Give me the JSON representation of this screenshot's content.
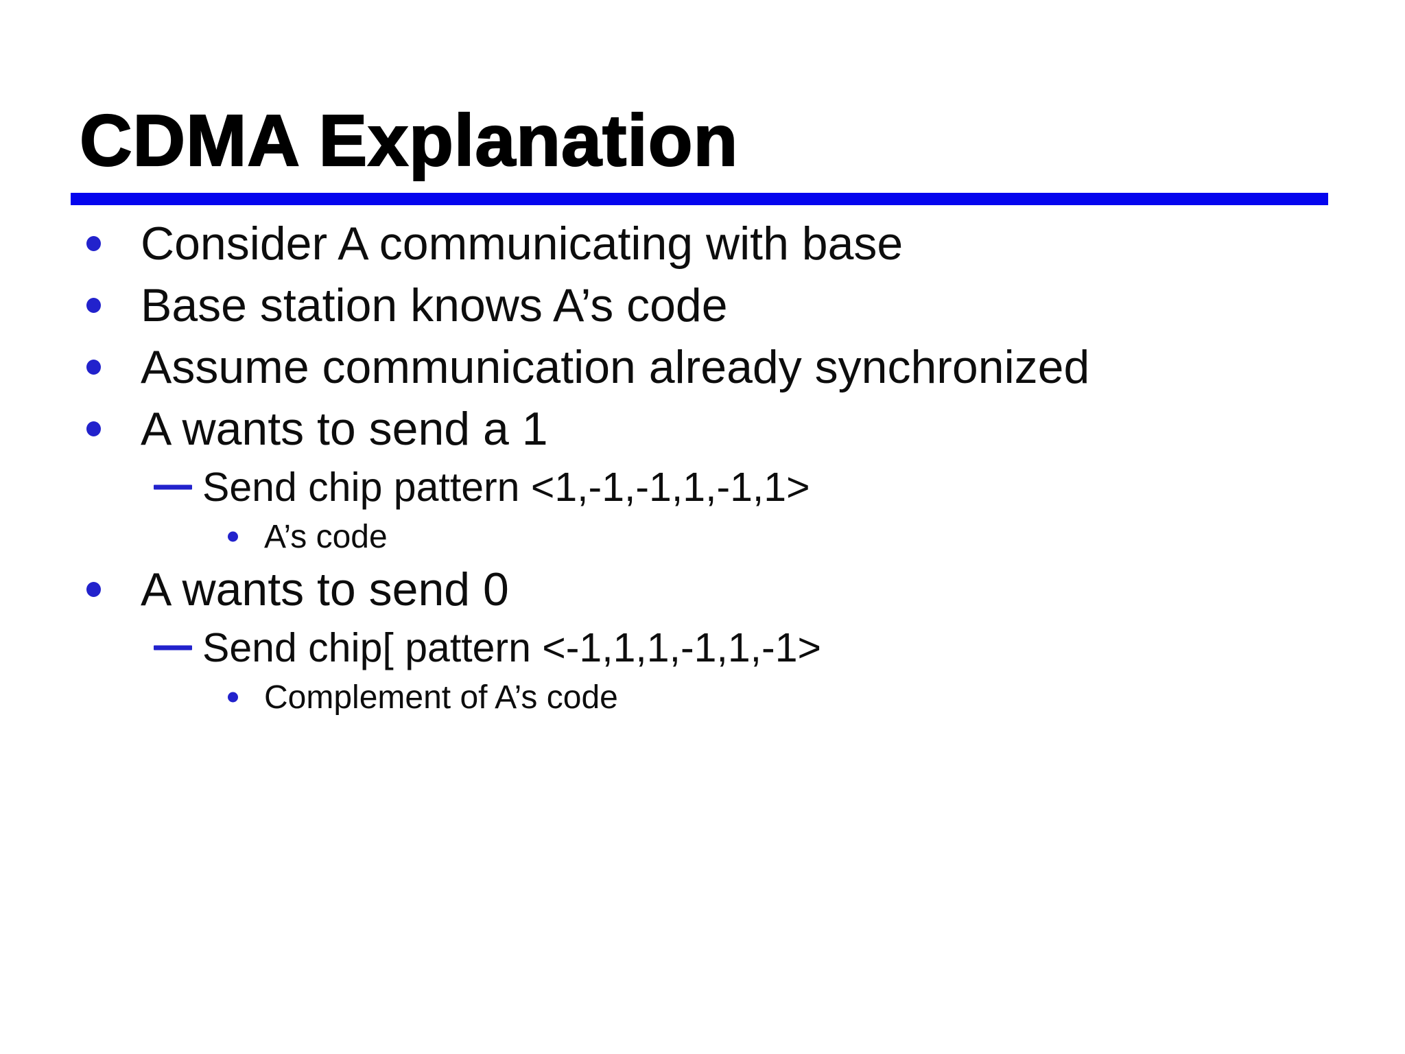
{
  "slide": {
    "title": "CDMA Explanation",
    "colors": {
      "background": "#ffffff",
      "text": "#0d0d0d",
      "title": "#000000",
      "accent_rule": "#0505ee",
      "bullet": "#2222cc"
    },
    "bullets": [
      {
        "level": 1,
        "marker": "dot",
        "text": "Consider A communicating with base"
      },
      {
        "level": 1,
        "marker": "dot",
        "text": "Base station knows A’s code"
      },
      {
        "level": 1,
        "marker": "dot",
        "text": "Assume communication already synchronized"
      },
      {
        "level": 1,
        "marker": "dot",
        "text": "A wants to send a 1"
      },
      {
        "level": 2,
        "marker": "dash",
        "text": "Send chip pattern <1,-1,-1,1,-1,1>"
      },
      {
        "level": 3,
        "marker": "dot",
        "text": "A’s code"
      },
      {
        "level": 1,
        "marker": "dot",
        "text": "A wants to send 0"
      },
      {
        "level": 2,
        "marker": "dash",
        "text": "Send chip[ pattern <-1,1,1,-1,1,-1>"
      },
      {
        "level": 3,
        "marker": "dot",
        "text": "Complement of A’s code"
      }
    ]
  }
}
